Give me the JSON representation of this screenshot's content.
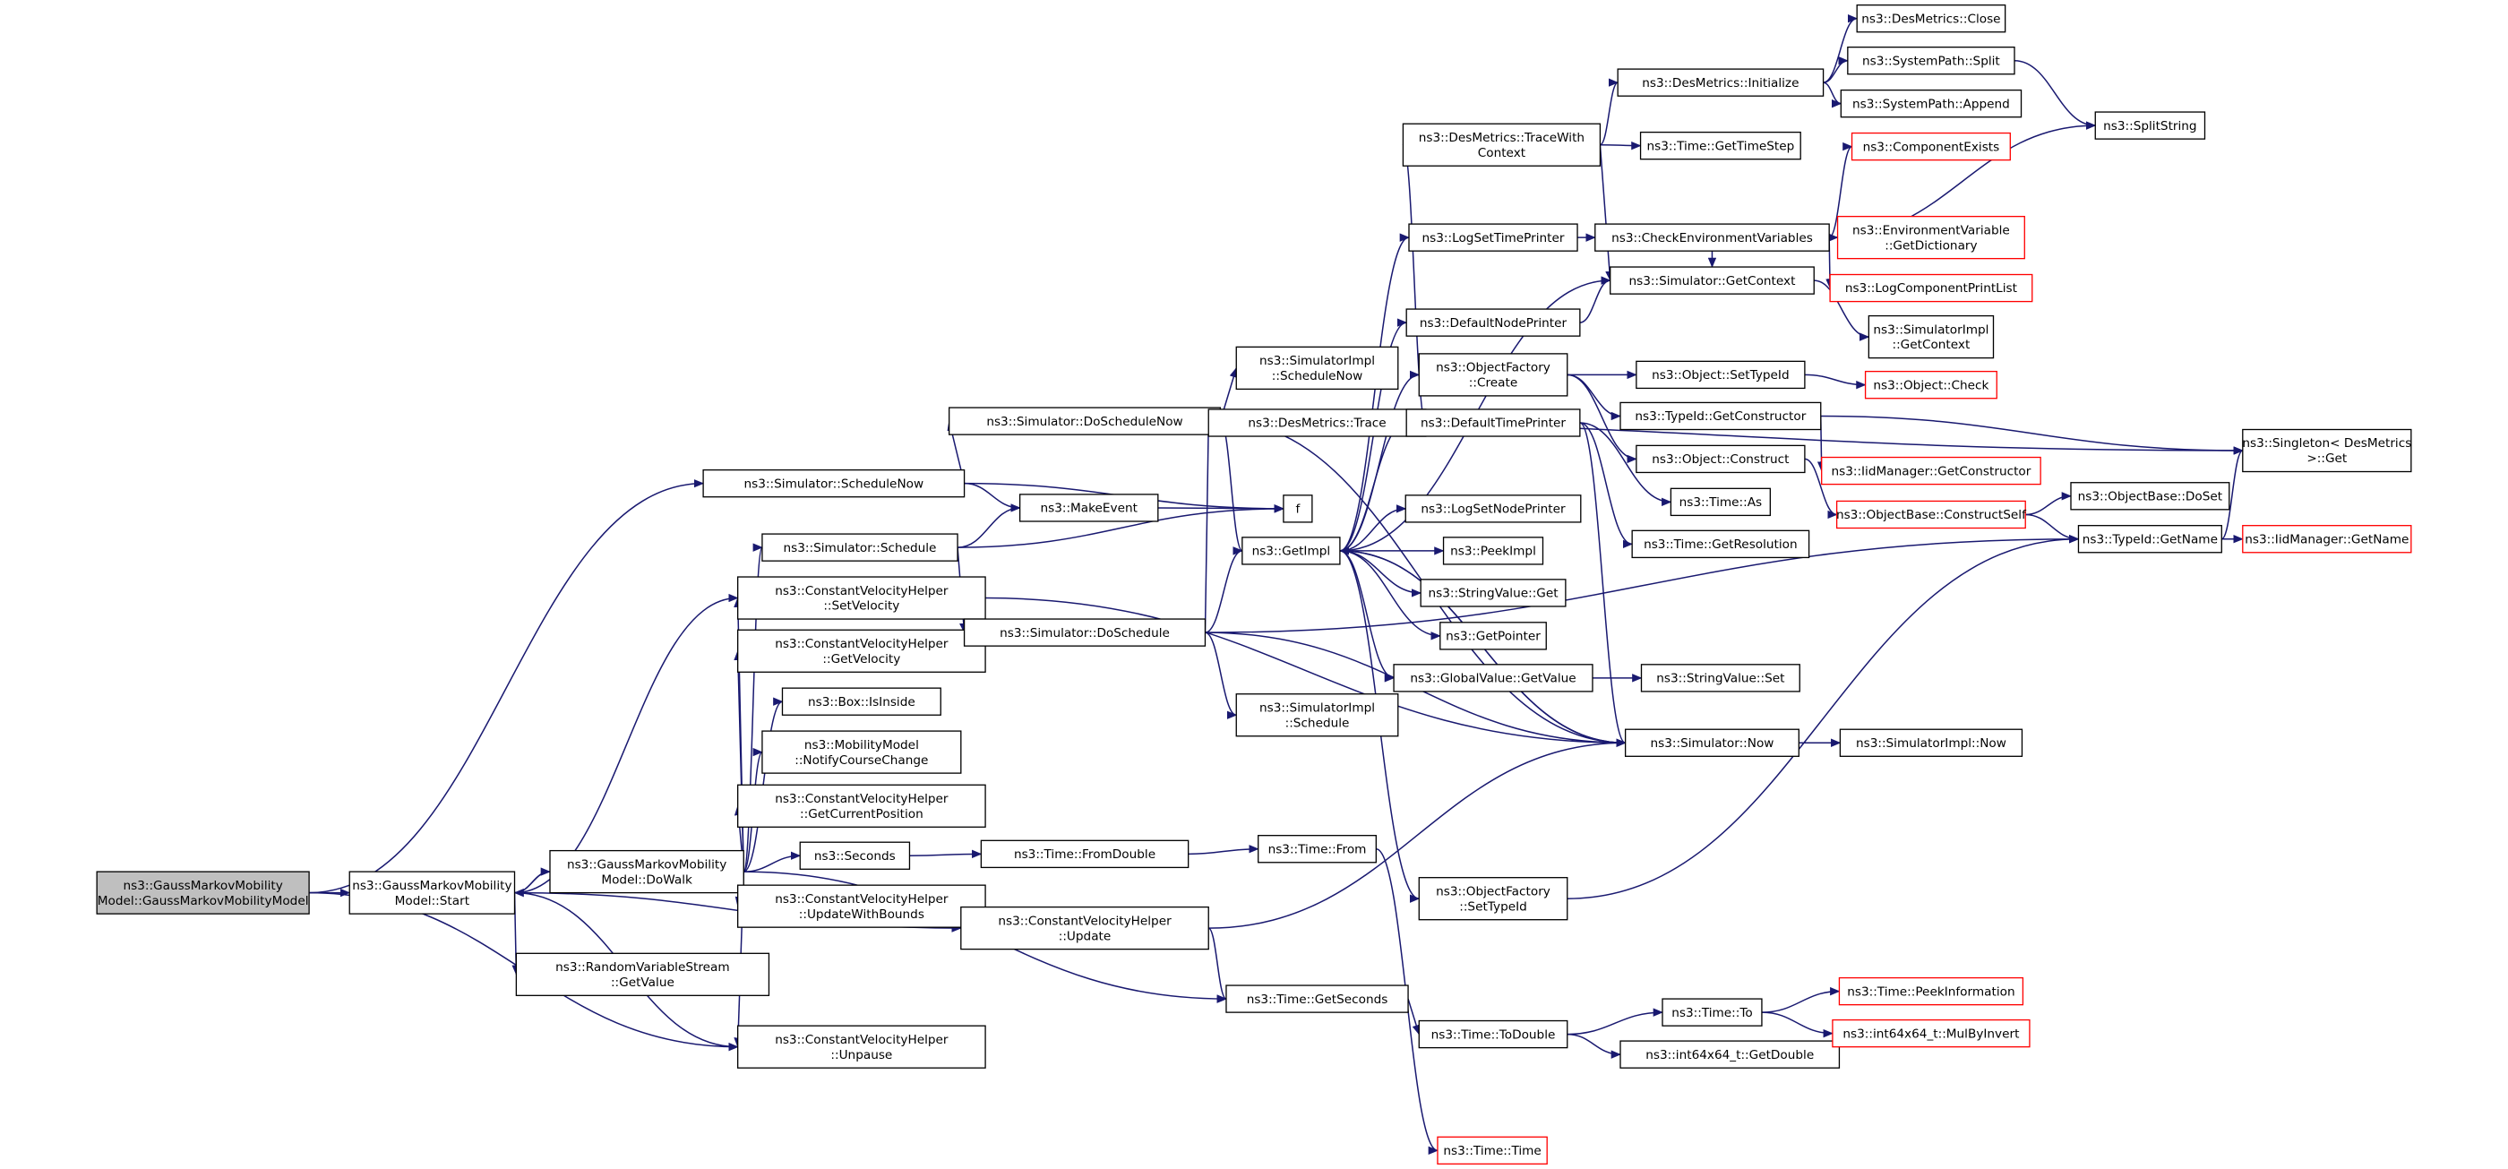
{
  "colors": {
    "edge": "#191970",
    "box": "#000000",
    "incomplete": "#ff0000",
    "root_fill": "#bfbfbf"
  },
  "nodes": [
    {
      "id": "root",
      "lines": [
        "ns3::GaussMarkovMobility",
        "Model::GaussMarkovMobilityModel"
      ],
      "style": "root"
    },
    {
      "id": "start",
      "lines": [
        "ns3::GaussMarkovMobility",
        "Model::Start"
      ]
    },
    {
      "id": "sim_schednow",
      "lines": [
        "ns3::Simulator::ScheduleNow"
      ]
    },
    {
      "id": "sim_sched",
      "lines": [
        "ns3::Simulator::Schedule"
      ]
    },
    {
      "id": "cvh_setvel",
      "lines": [
        "ns3::ConstantVelocityHelper",
        "::SetVelocity"
      ]
    },
    {
      "id": "cvh_getvel",
      "lines": [
        "ns3::ConstantVelocityHelper",
        "::GetVelocity"
      ]
    },
    {
      "id": "box_isinside",
      "lines": [
        "ns3::Box::IsInside"
      ]
    },
    {
      "id": "mm_notify",
      "lines": [
        "ns3::MobilityModel",
        "::NotifyCourseChange"
      ]
    },
    {
      "id": "cvh_getpos",
      "lines": [
        "ns3::ConstantVelocityHelper",
        "::GetCurrentPosition"
      ]
    },
    {
      "id": "dowalk",
      "lines": [
        "ns3::GaussMarkovMobility",
        "Model::DoWalk"
      ]
    },
    {
      "id": "seconds",
      "lines": [
        "ns3::Seconds"
      ]
    },
    {
      "id": "cvh_updbounds",
      "lines": [
        "ns3::ConstantVelocityHelper",
        "::UpdateWithBounds"
      ]
    },
    {
      "id": "rvs_getvalue",
      "lines": [
        "ns3::RandomVariableStream",
        "::GetValue"
      ]
    },
    {
      "id": "cvh_unpause",
      "lines": [
        "ns3::ConstantVelocityHelper",
        "::Unpause"
      ]
    },
    {
      "id": "sim_doschednow",
      "lines": [
        "ns3::Simulator::DoScheduleNow"
      ]
    },
    {
      "id": "makeevent",
      "lines": [
        "ns3::MakeEvent"
      ]
    },
    {
      "id": "sim_dosched",
      "lines": [
        "ns3::Simulator::DoSchedule"
      ]
    },
    {
      "id": "time_fromdouble",
      "lines": [
        "ns3::Time::FromDouble"
      ]
    },
    {
      "id": "cvh_update",
      "lines": [
        "ns3::ConstantVelocityHelper",
        "::Update"
      ]
    },
    {
      "id": "simimpl_schednow",
      "lines": [
        "ns3::SimulatorImpl",
        "::ScheduleNow"
      ]
    },
    {
      "id": "desm_trace",
      "lines": [
        "ns3::DesMetrics::Trace"
      ]
    },
    {
      "id": "f",
      "lines": [
        "f"
      ]
    },
    {
      "id": "getimpl",
      "lines": [
        "ns3::GetImpl"
      ]
    },
    {
      "id": "simimpl_sched",
      "lines": [
        "ns3::SimulatorImpl",
        "::Schedule"
      ]
    },
    {
      "id": "time_from",
      "lines": [
        "ns3::Time::From"
      ]
    },
    {
      "id": "time_getseconds",
      "lines": [
        "ns3::Time::GetSeconds"
      ]
    },
    {
      "id": "time_time",
      "lines": [
        "ns3::Time::Time"
      ],
      "style": "red"
    },
    {
      "id": "desm_tracectx",
      "lines": [
        "ns3::DesMetrics::TraceWith",
        "Context"
      ]
    },
    {
      "id": "logsettimeprinter",
      "lines": [
        "ns3::LogSetTimePrinter"
      ]
    },
    {
      "id": "defnodeprinter",
      "lines": [
        "ns3::DefaultNodePrinter"
      ]
    },
    {
      "id": "of_create",
      "lines": [
        "ns3::ObjectFactory",
        "::Create"
      ]
    },
    {
      "id": "deftimeprinter",
      "lines": [
        "ns3::DefaultTimePrinter"
      ]
    },
    {
      "id": "logsetnodeprinter",
      "lines": [
        "ns3::LogSetNodePrinter"
      ]
    },
    {
      "id": "peekimpl",
      "lines": [
        "ns3::PeekImpl"
      ]
    },
    {
      "id": "strval_get",
      "lines": [
        "ns3::StringValue::Get"
      ]
    },
    {
      "id": "getpointer",
      "lines": [
        "ns3::GetPointer"
      ]
    },
    {
      "id": "gv_getvalue",
      "lines": [
        "ns3::GlobalValue::GetValue"
      ]
    },
    {
      "id": "of_settypeid",
      "lines": [
        "ns3::ObjectFactory",
        "::SetTypeId"
      ]
    },
    {
      "id": "time_todouble",
      "lines": [
        "ns3::Time::ToDouble"
      ]
    },
    {
      "id": "desm_init",
      "lines": [
        "ns3::DesMetrics::Initialize"
      ]
    },
    {
      "id": "time_gettimestep",
      "lines": [
        "ns3::Time::GetTimeStep"
      ]
    },
    {
      "id": "checkenv",
      "lines": [
        "ns3::CheckEnvironmentVariables"
      ]
    },
    {
      "id": "sim_getcontext",
      "lines": [
        "ns3::Simulator::GetContext"
      ]
    },
    {
      "id": "obj_settypeid",
      "lines": [
        "ns3::Object::SetTypeId"
      ]
    },
    {
      "id": "typeid_getctor",
      "lines": [
        "ns3::TypeId::GetConstructor"
      ]
    },
    {
      "id": "obj_construct",
      "lines": [
        "ns3::Object::Construct"
      ]
    },
    {
      "id": "time_as",
      "lines": [
        "ns3::Time::As"
      ]
    },
    {
      "id": "time_getres",
      "lines": [
        "ns3::Time::GetResolution"
      ]
    },
    {
      "id": "strval_set",
      "lines": [
        "ns3::StringValue::Set"
      ]
    },
    {
      "id": "sim_now",
      "lines": [
        "ns3::Simulator::Now"
      ]
    },
    {
      "id": "time_to",
      "lines": [
        "ns3::Time::To"
      ]
    },
    {
      "id": "i64_getdouble",
      "lines": [
        "ns3::int64x64_t::GetDouble"
      ]
    },
    {
      "id": "desm_close",
      "lines": [
        "ns3::DesMetrics::Close"
      ]
    },
    {
      "id": "sp_split",
      "lines": [
        "ns3::SystemPath::Split"
      ]
    },
    {
      "id": "sp_append",
      "lines": [
        "ns3::SystemPath::Append"
      ]
    },
    {
      "id": "compexists",
      "lines": [
        "ns3::ComponentExists"
      ],
      "style": "red"
    },
    {
      "id": "envvar_getdict",
      "lines": [
        "ns3::EnvironmentVariable",
        "::GetDictionary"
      ],
      "style": "red"
    },
    {
      "id": "logcompprint",
      "lines": [
        "ns3::LogComponentPrintList"
      ],
      "style": "red"
    },
    {
      "id": "simimpl_getctx",
      "lines": [
        "ns3::SimulatorImpl",
        "::GetContext"
      ]
    },
    {
      "id": "obj_check",
      "lines": [
        "ns3::Object::Check"
      ],
      "style": "red"
    },
    {
      "id": "iidm_getctor",
      "lines": [
        "ns3::IidManager::GetConstructor"
      ],
      "style": "red"
    },
    {
      "id": "objb_constructself",
      "lines": [
        "ns3::ObjectBase::ConstructSelf"
      ],
      "style": "red"
    },
    {
      "id": "objb_doset",
      "lines": [
        "ns3::ObjectBase::DoSet"
      ]
    },
    {
      "id": "typeid_getname",
      "lines": [
        "ns3::TypeId::GetName"
      ]
    },
    {
      "id": "simimpl_now",
      "lines": [
        "ns3::SimulatorImpl::Now"
      ]
    },
    {
      "id": "time_peekinfo",
      "lines": [
        "ns3::Time::PeekInformation"
      ],
      "style": "red"
    },
    {
      "id": "i64_mulbyinvert",
      "lines": [
        "ns3::int64x64_t::MulByInvert"
      ],
      "style": "red"
    },
    {
      "id": "splitstring",
      "lines": [
        "ns3::SplitString"
      ]
    },
    {
      "id": "singleton_get",
      "lines": [
        "ns3::Singleton< DesMetrics",
        ">::Get"
      ]
    },
    {
      "id": "iidm_getname",
      "lines": [
        "ns3::IidManager::GetName"
      ],
      "style": "red"
    }
  ],
  "edges": [
    [
      "root",
      "start"
    ],
    [
      "root",
      "sim_schednow"
    ],
    [
      "root",
      "cvh_unpause"
    ],
    [
      "start",
      "dowalk"
    ],
    [
      "start",
      "cvh_setvel"
    ],
    [
      "start",
      "rvs_getvalue"
    ],
    [
      "start",
      "cvh_unpause"
    ],
    [
      "start",
      "cvh_update"
    ],
    [
      "dowalk",
      "start"
    ],
    [
      "dowalk",
      "sim_sched"
    ],
    [
      "dowalk",
      "cvh_setvel"
    ],
    [
      "dowalk",
      "cvh_getvel"
    ],
    [
      "dowalk",
      "box_isinside"
    ],
    [
      "dowalk",
      "mm_notify"
    ],
    [
      "dowalk",
      "cvh_getpos"
    ],
    [
      "dowalk",
      "seconds"
    ],
    [
      "dowalk",
      "cvh_updbounds"
    ],
    [
      "dowalk",
      "cvh_unpause"
    ],
    [
      "dowalk",
      "time_getseconds"
    ],
    [
      "sim_schednow",
      "sim_doschednow"
    ],
    [
      "sim_schednow",
      "makeevent"
    ],
    [
      "sim_schednow",
      "f"
    ],
    [
      "sim_sched",
      "makeevent"
    ],
    [
      "sim_sched",
      "sim_dosched"
    ],
    [
      "sim_sched",
      "f"
    ],
    [
      "cvh_setvel",
      "sim_now"
    ],
    [
      "seconds",
      "time_fromdouble"
    ],
    [
      "time_fromdouble",
      "time_from"
    ],
    [
      "time_from",
      "time_time"
    ],
    [
      "cvh_updbounds",
      "cvh_update"
    ],
    [
      "cvh_update",
      "sim_now"
    ],
    [
      "cvh_update",
      "time_getseconds"
    ],
    [
      "sim_doschednow",
      "simimpl_schednow"
    ],
    [
      "sim_doschednow",
      "desm_trace"
    ],
    [
      "sim_doschednow",
      "getimpl"
    ],
    [
      "sim_doschednow",
      "singleton_get"
    ],
    [
      "sim_doschednow",
      "sim_now"
    ],
    [
      "makeevent",
      "f"
    ],
    [
      "sim_dosched",
      "desm_trace"
    ],
    [
      "sim_dosched",
      "getimpl"
    ],
    [
      "sim_dosched",
      "simimpl_sched"
    ],
    [
      "sim_dosched",
      "sim_now"
    ],
    [
      "sim_dosched",
      "typeid_getname"
    ],
    [
      "desm_trace",
      "desm_tracectx"
    ],
    [
      "getimpl",
      "logsettimeprinter"
    ],
    [
      "getimpl",
      "defnodeprinter"
    ],
    [
      "getimpl",
      "of_create"
    ],
    [
      "getimpl",
      "deftimeprinter"
    ],
    [
      "getimpl",
      "logsetnodeprinter"
    ],
    [
      "getimpl",
      "peekimpl"
    ],
    [
      "getimpl",
      "strval_get"
    ],
    [
      "getimpl",
      "getpointer"
    ],
    [
      "getimpl",
      "gv_getvalue"
    ],
    [
      "getimpl",
      "of_settypeid"
    ],
    [
      "getimpl",
      "sim_now"
    ],
    [
      "getimpl",
      "sim_getcontext"
    ],
    [
      "time_getseconds",
      "time_todouble"
    ],
    [
      "time_todouble",
      "time_to"
    ],
    [
      "time_todouble",
      "i64_getdouble"
    ],
    [
      "time_to",
      "time_peekinfo"
    ],
    [
      "time_to",
      "i64_mulbyinvert"
    ],
    [
      "desm_tracectx",
      "desm_init"
    ],
    [
      "desm_tracectx",
      "time_gettimestep"
    ],
    [
      "desm_tracectx",
      "sim_getcontext"
    ],
    [
      "desm_init",
      "desm_close"
    ],
    [
      "desm_init",
      "sp_split"
    ],
    [
      "desm_init",
      "sp_append"
    ],
    [
      "sp_split",
      "splitstring"
    ],
    [
      "logsettimeprinter",
      "checkenv"
    ],
    [
      "checkenv",
      "compexists"
    ],
    [
      "checkenv",
      "envvar_getdict"
    ],
    [
      "checkenv",
      "logcompprint"
    ],
    [
      "checkenv",
      "splitstring"
    ],
    [
      "checkenv",
      "sim_getcontext"
    ],
    [
      "defnodeprinter",
      "sim_getcontext"
    ],
    [
      "sim_getcontext",
      "simimpl_getctx"
    ],
    [
      "of_create",
      "obj_settypeid"
    ],
    [
      "of_create",
      "typeid_getctor"
    ],
    [
      "of_create",
      "obj_construct"
    ],
    [
      "obj_settypeid",
      "obj_check"
    ],
    [
      "typeid_getctor",
      "iidm_getctor"
    ],
    [
      "typeid_getctor",
      "singleton_get"
    ],
    [
      "obj_construct",
      "objb_constructself"
    ],
    [
      "objb_constructself",
      "objb_doset"
    ],
    [
      "objb_constructself",
      "typeid_getname"
    ],
    [
      "typeid_getname",
      "iidm_getname"
    ],
    [
      "typeid_getname",
      "singleton_get"
    ],
    [
      "deftimeprinter",
      "time_as"
    ],
    [
      "deftimeprinter",
      "time_getres"
    ],
    [
      "deftimeprinter",
      "sim_now"
    ],
    [
      "gv_getvalue",
      "strval_set"
    ],
    [
      "of_settypeid",
      "typeid_getname"
    ],
    [
      "sim_now",
      "simimpl_now"
    ],
    [
      "sim_now",
      "getimpl"
    ]
  ]
}
